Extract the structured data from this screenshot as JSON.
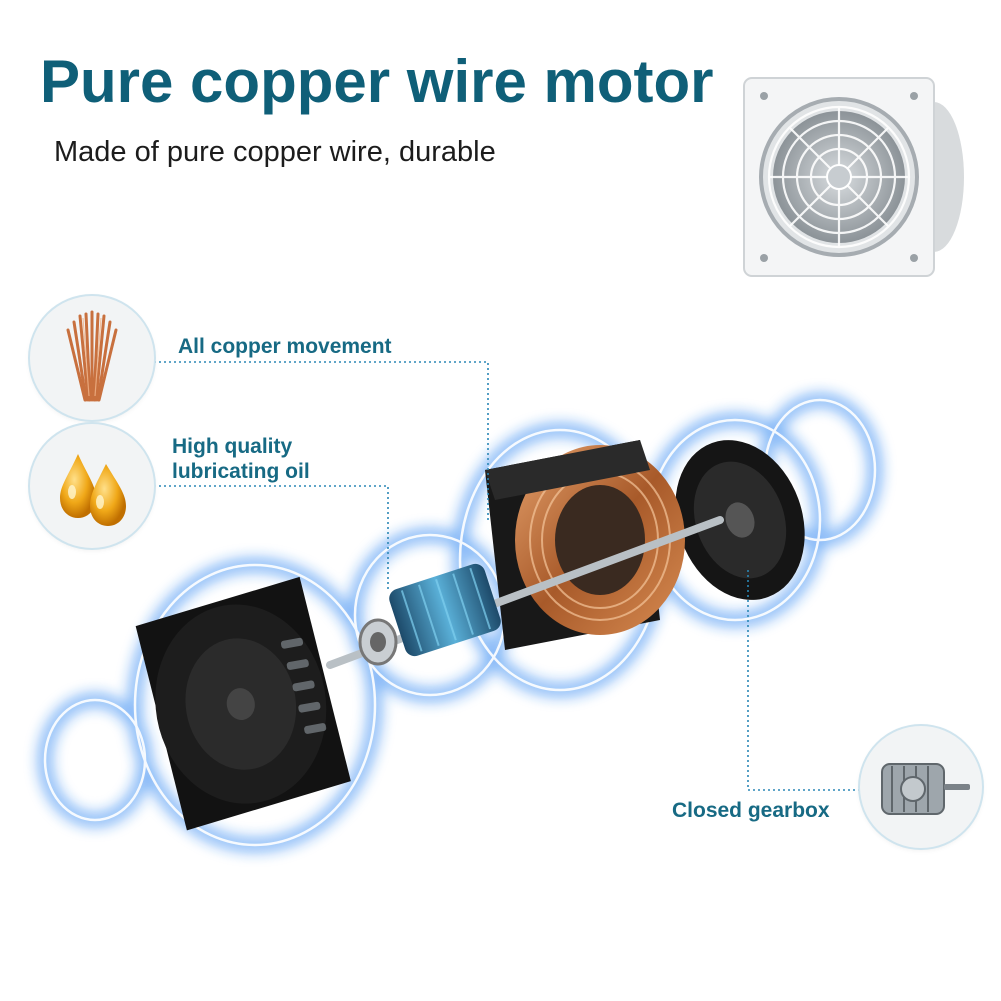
{
  "header": {
    "title": "Pure copper wire motor",
    "subtitle": "Made of pure copper wire, durable"
  },
  "callouts": {
    "copper": "All copper movement",
    "oil_line1": "High quality",
    "oil_line2": "lubricating oil",
    "gearbox": "Closed gearbox"
  },
  "icons": {
    "copper": "copper-wire-icon",
    "oil": "oil-drops-icon",
    "gearbox": "motor-gearbox-icon",
    "fan": "exhaust-fan-icon"
  },
  "colors": {
    "title": "#0f5f78",
    "label": "#176a84",
    "glow": "#1f7cf0",
    "leader": "#2b87b5"
  }
}
